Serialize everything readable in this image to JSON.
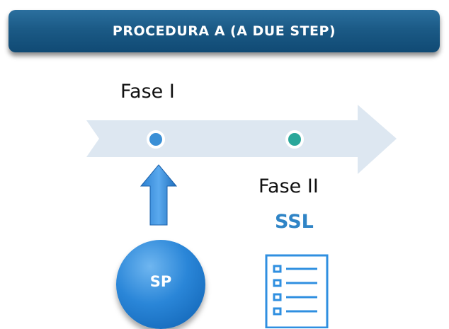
{
  "header": {
    "title": "PROCEDURA A (A DUE STEP)"
  },
  "timeline": {
    "phase1_label": "Fase I",
    "phase2_label": "Fase II",
    "phase2_sublabel": "SSL",
    "dot1_color": "#3a8fd6",
    "dot2_color": "#2aa79a",
    "arrow_color": "#dde7f1"
  },
  "actor": {
    "label": "SP"
  },
  "icons": {
    "up_arrow": "up-arrow-icon",
    "document": "list-document-icon"
  }
}
